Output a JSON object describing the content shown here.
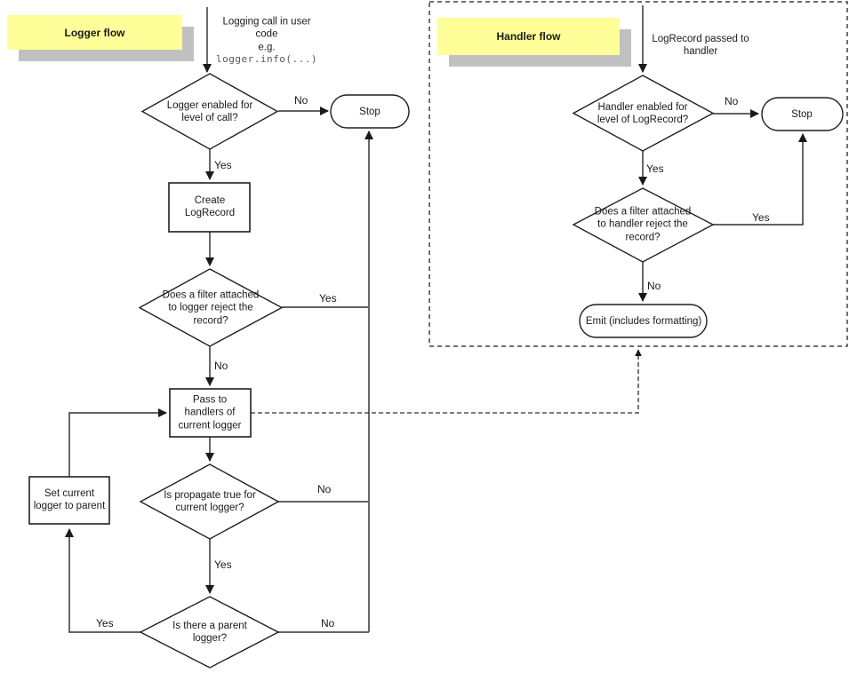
{
  "colors": {
    "label_bg": "#ffff99",
    "label_shadow": "#c0c0c0",
    "connector": "#4d4d4d",
    "shape_stroke": "#1f1f1f",
    "dashed_frame": "#595959",
    "code_text": "#595959"
  },
  "logger": {
    "title": "Logger flow",
    "start_text": "Logging call in user\ncode\ne.g.",
    "start_code": "logger.info(...)",
    "nodes": {
      "enabled": "Logger enabled for\nlevel of call?",
      "stop": "Stop",
      "create": "Create\nLogRecord",
      "filter": "Does a filter attached\nto logger reject the\nrecord?",
      "pass": "Pass to\nhandlers of\ncurrent logger",
      "propagate": "Is propagate true for\ncurrent logger?",
      "set_parent": "Set current\nlogger to parent",
      "parent": "Is there a parent\nlogger?"
    },
    "labels": {
      "enabled_no": "No",
      "enabled_yes": "Yes",
      "filter_yes": "Yes",
      "filter_no": "No",
      "propagate_no": "No",
      "propagate_yes": "Yes",
      "parent_yes": "Yes",
      "parent_no": "No"
    }
  },
  "handler": {
    "title": "Handler flow",
    "start_text": "LogRecord passed to\nhandler",
    "nodes": {
      "enabled": "Handler enabled for\nlevel of LogRecord?",
      "stop": "Stop",
      "filter": "Does a filter attached\nto handler reject the\nrecord?",
      "emit": "Emit (includes formatting)"
    },
    "labels": {
      "enabled_no": "No",
      "enabled_yes": "Yes",
      "filter_yes": "Yes",
      "filter_no": "No"
    }
  }
}
